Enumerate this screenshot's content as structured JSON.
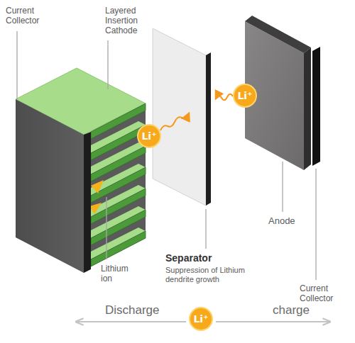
{
  "diagram": {
    "nodes": [
      {
        "text": [
          "Li⁺"
        ]
      },
      {
        "text": [
          "Li⁺"
        ]
      },
      {
        "text": [
          "Li⁺"
        ]
      }
    ],
    "labels": [
      "Current Collector",
      "Layered Insertion Cathode",
      "Lithium ion",
      "Separator",
      "Suppression of Lithium dendrite growth",
      "Anode",
      "Current Collector",
      "Discharge",
      "charge"
    ]
  }
}
